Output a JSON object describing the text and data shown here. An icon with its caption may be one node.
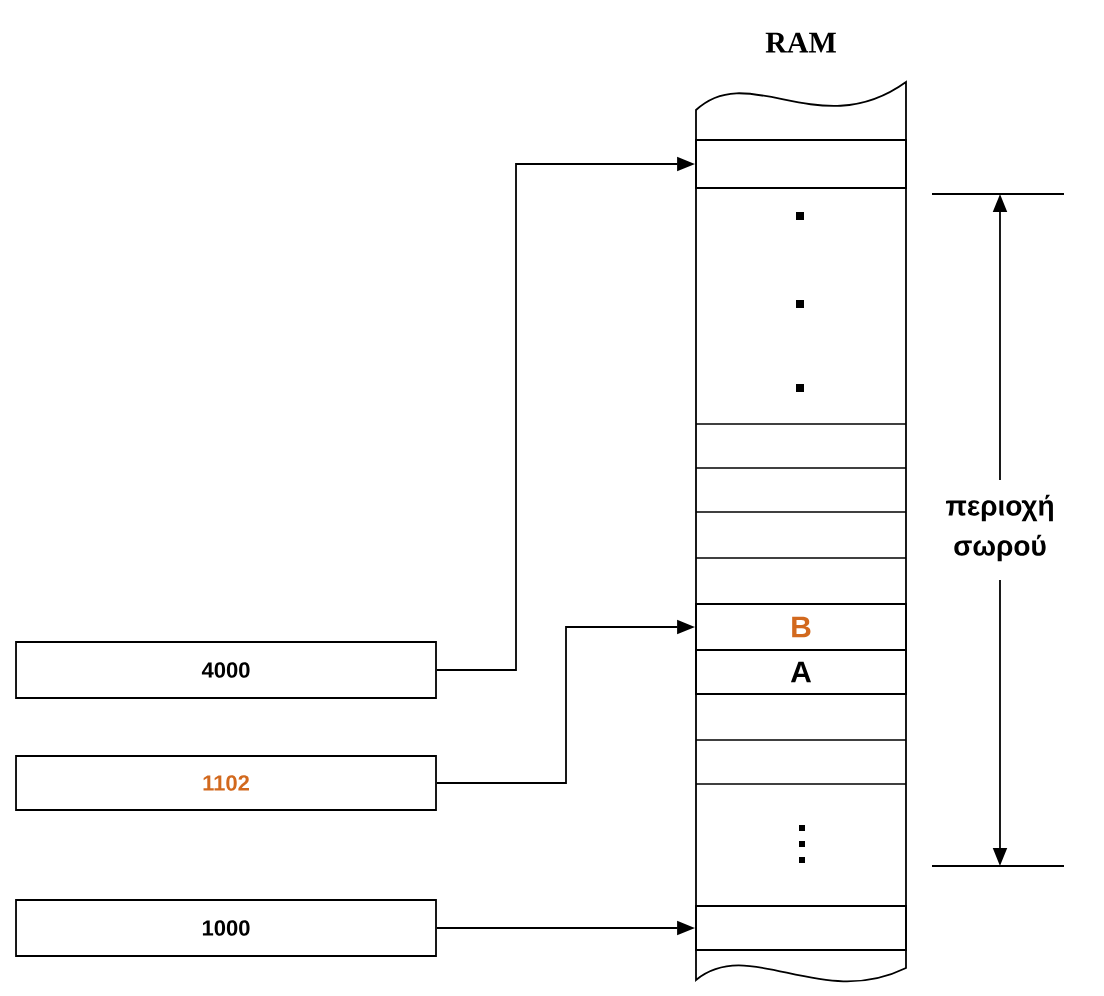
{
  "diagram": {
    "nodes": [
      {
        "text": [
          "RAM"
        ]
      },
      {
        "text": [],
        "shape": "box",
        "in": 0
      },
      {
        "text": [
          "B"
        ],
        "in": 0
      },
      {
        "text": [
          "A"
        ],
        "in": 0
      },
      {
        "text": [],
        "shape": "box",
        "in": 0
      },
      {
        "text": [
          "4000"
        ]
      },
      {
        "text": [
          "1102"
        ]
      },
      {
        "text": [
          "1000"
        ]
      }
    ],
    "edges": [
      {
        "from": 5,
        "to": 1,
        "arrow": "to"
      },
      {
        "from": 6,
        "to": 2,
        "arrow": "to"
      },
      {
        "from": 7,
        "to": 4,
        "arrow": "to"
      }
    ],
    "labels": [
      "περιοχή σωρού"
    ]
  }
}
